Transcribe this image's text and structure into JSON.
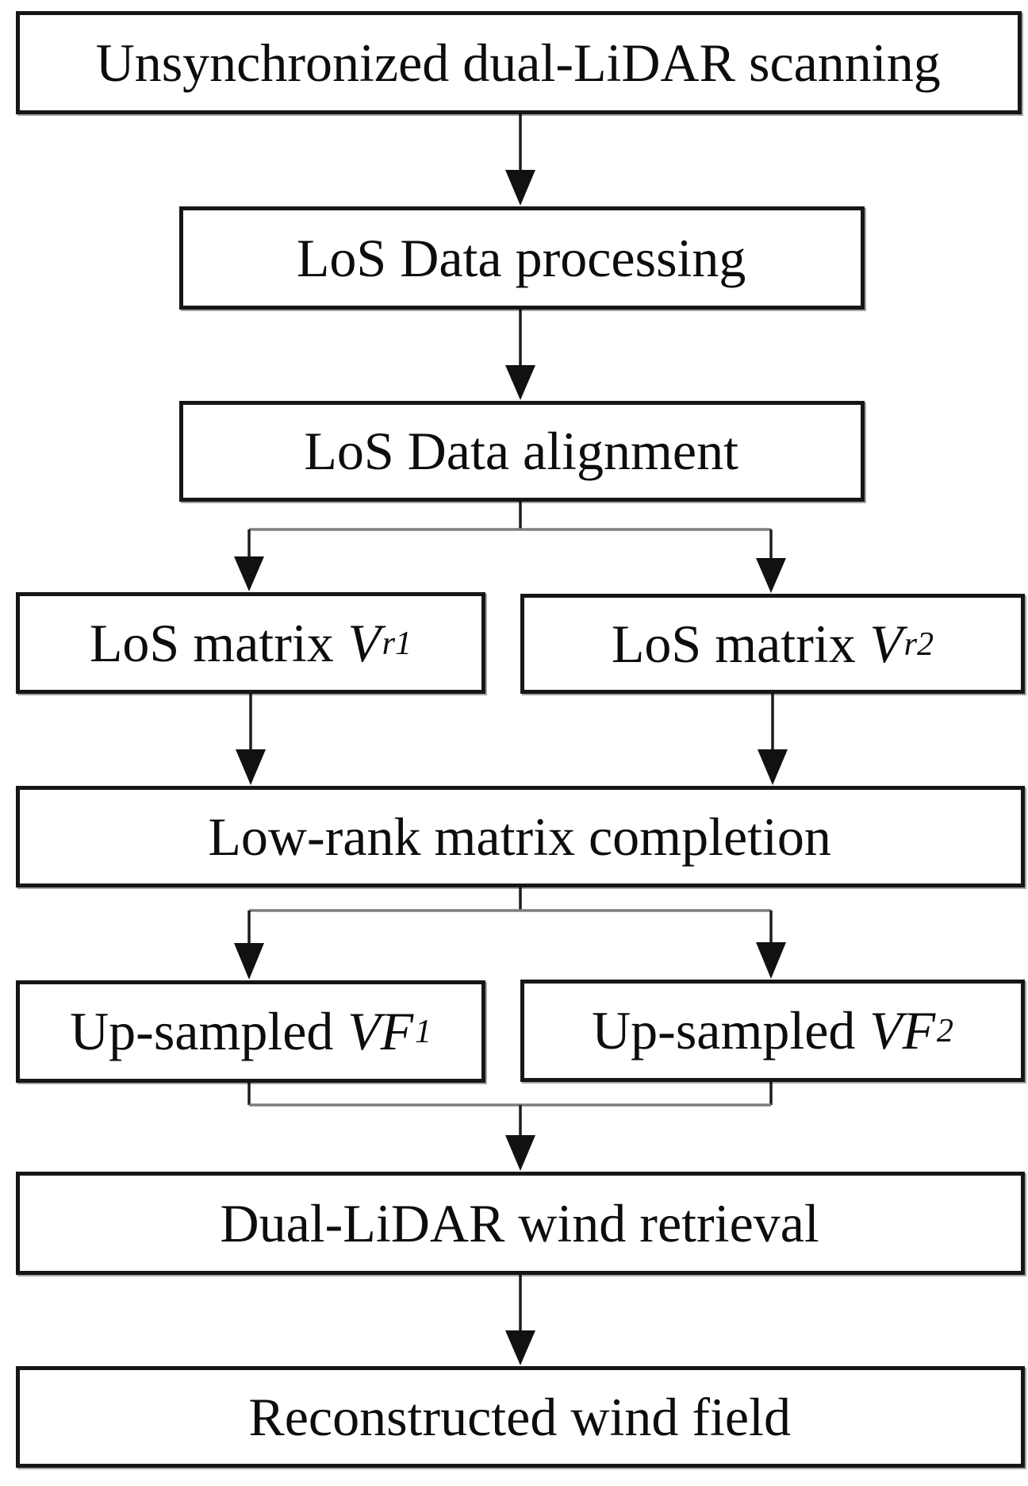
{
  "diagram": {
    "title": "Unsynchronized dual-LiDAR wind field reconstruction flowchart",
    "type": "flowchart",
    "colors": {
      "background": "#ffffff",
      "box_fill": "#ffffff",
      "box_border": "#161616",
      "arrow": "#111111",
      "branch_line": "#7d7d7d",
      "text": "#0d0d0d"
    },
    "nodes": [
      {
        "id": "scanning",
        "label": "Unsynchronized dual-LiDAR scanning"
      },
      {
        "id": "processing",
        "label": "LoS Data processing"
      },
      {
        "id": "alignment",
        "label": "LoS Data alignment"
      },
      {
        "id": "vr1",
        "label": "LoS matrix",
        "math": "V",
        "sub": "r1"
      },
      {
        "id": "vr2",
        "label": "LoS matrix",
        "math": "V",
        "sub": "r2"
      },
      {
        "id": "completion",
        "label": "Low-rank matrix completion"
      },
      {
        "id": "vf1",
        "label": "Up-sampled",
        "math": "VF",
        "sub": "1"
      },
      {
        "id": "vf2",
        "label": "Up-sampled",
        "math": "VF",
        "sub": "2"
      },
      {
        "id": "retrieval",
        "label": "Dual-LiDAR wind retrieval"
      },
      {
        "id": "reconstructed",
        "label": "Reconstructed wind field"
      }
    ],
    "edges": [
      "scanning -> processing",
      "processing -> alignment",
      "alignment -> vr1",
      "alignment -> vr2",
      "vr1 -> completion",
      "vr2 -> completion",
      "completion -> vf1",
      "completion -> vf2",
      "vf1 -> retrieval",
      "vf2 -> retrieval",
      "retrieval -> reconstructed"
    ]
  }
}
